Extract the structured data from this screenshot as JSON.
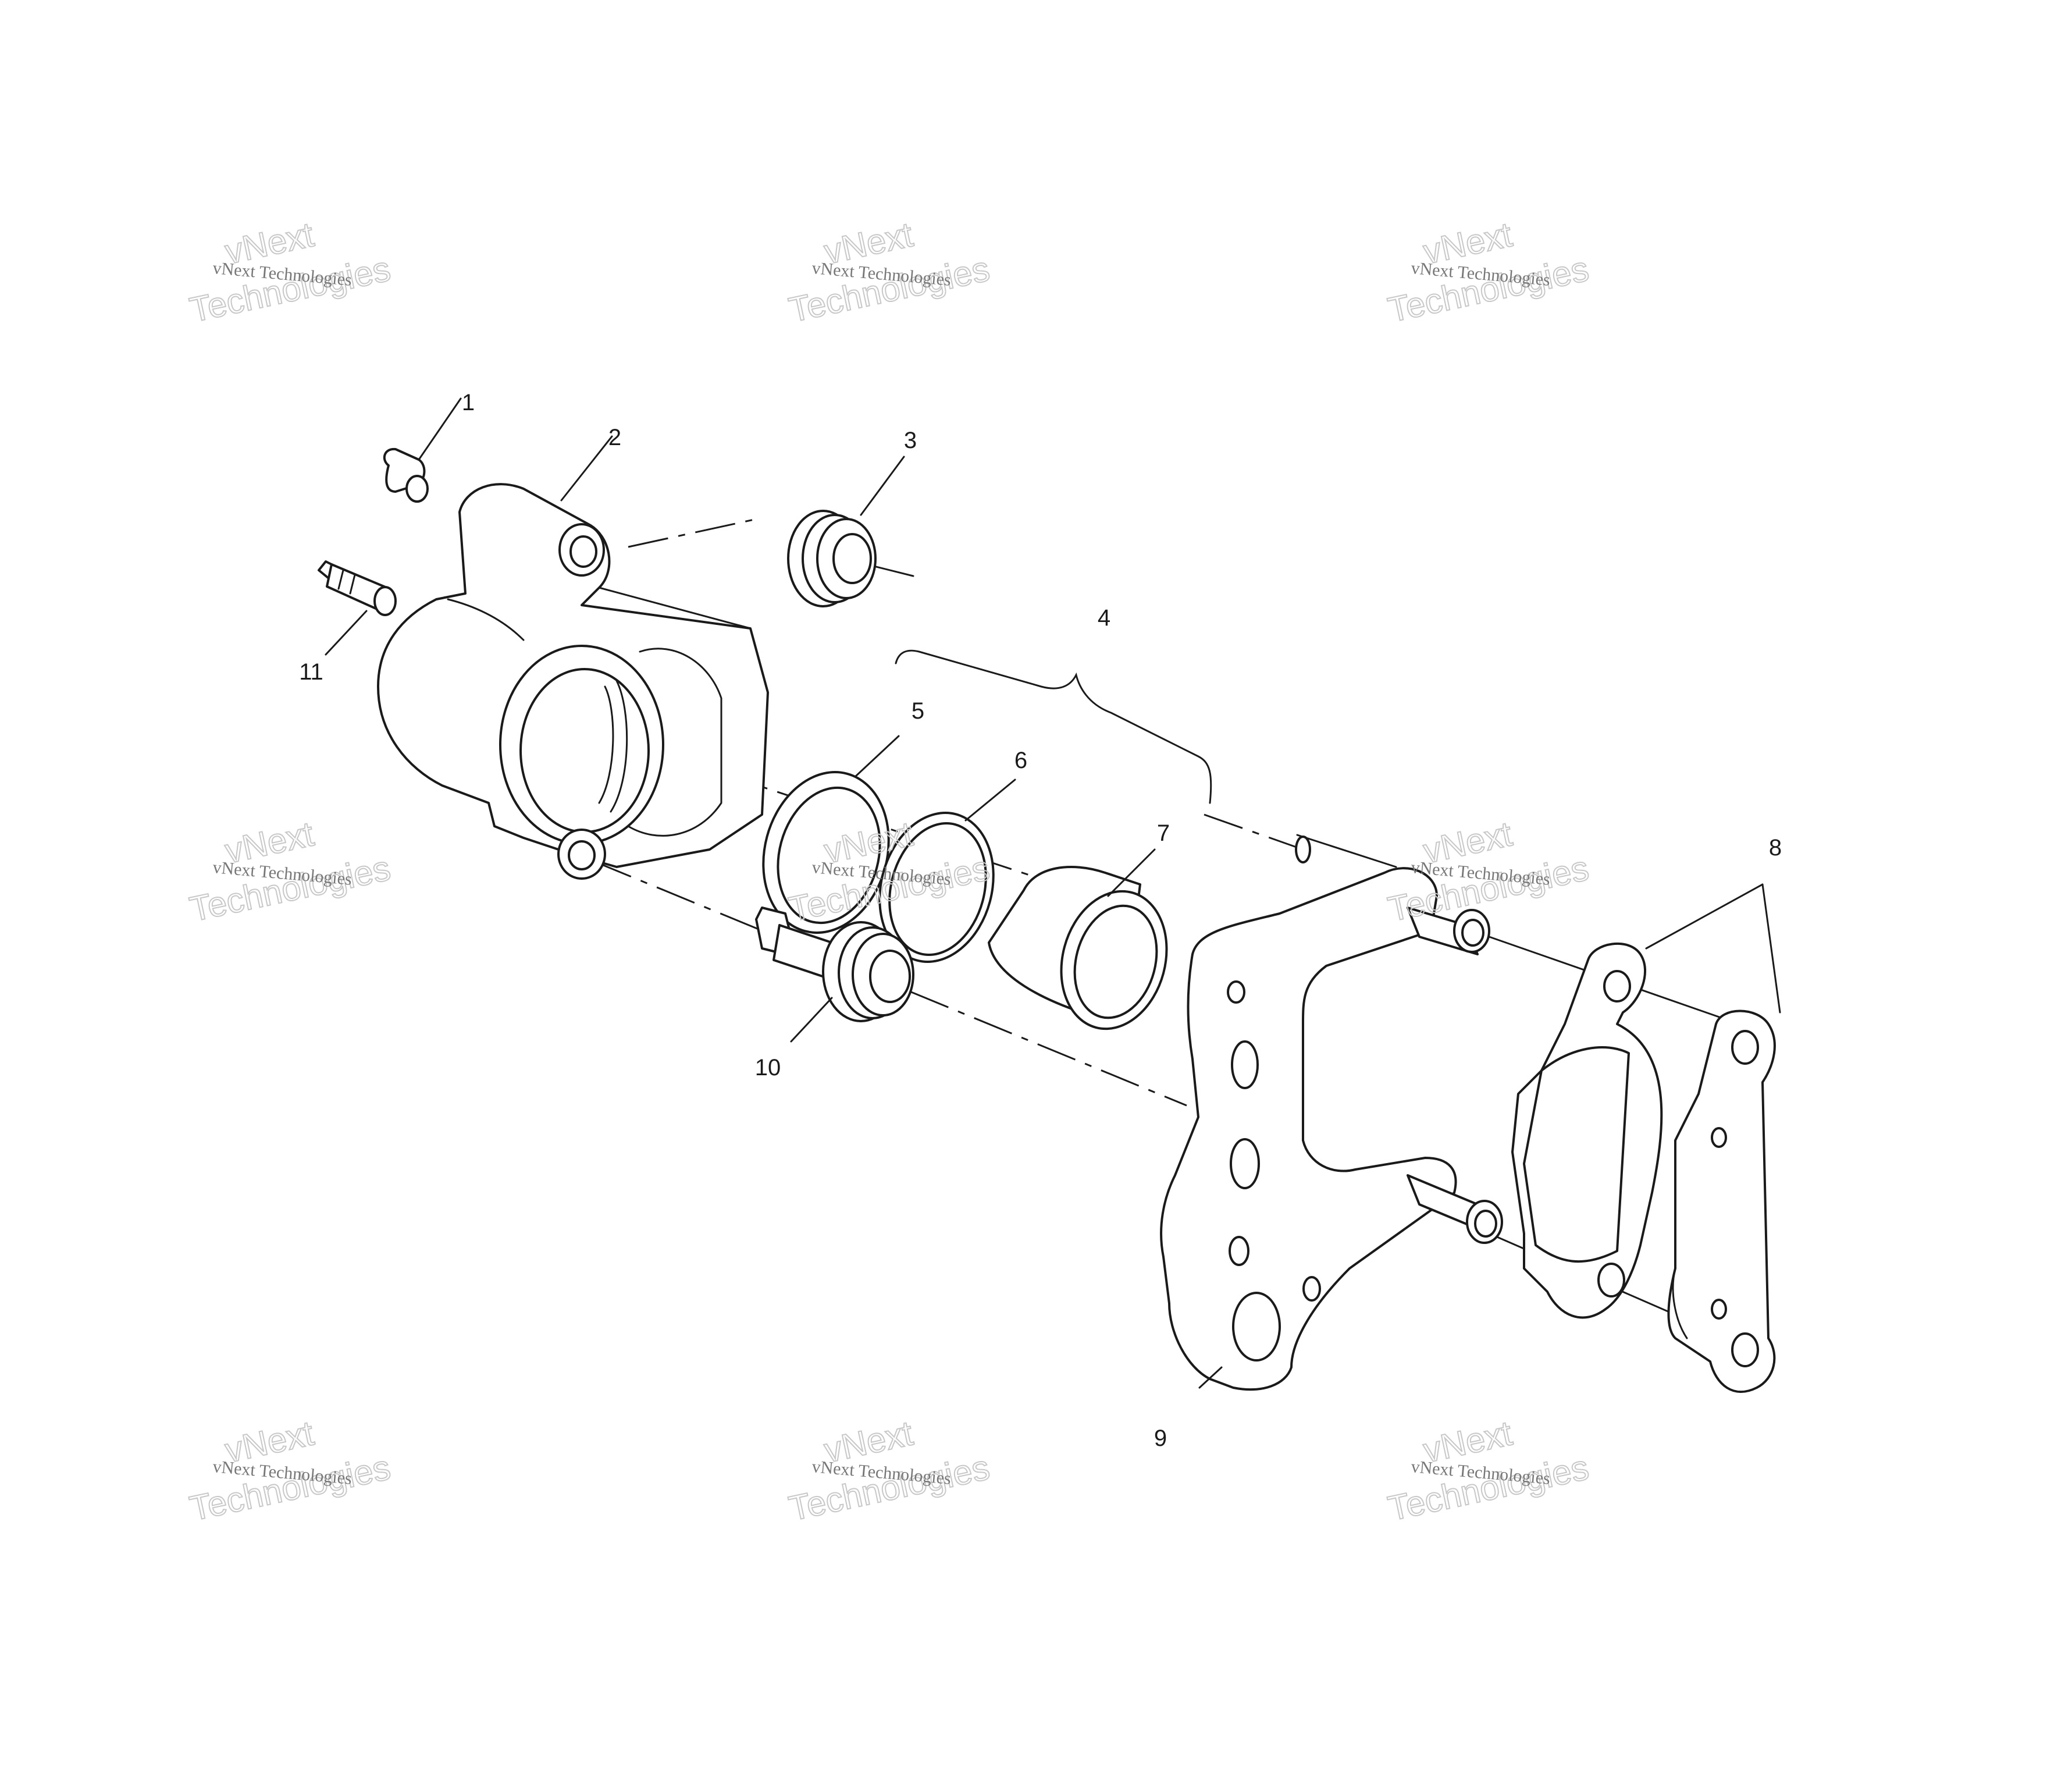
{
  "watermark": {
    "text_small": "vNext Technologies",
    "text_large_1": "vNext",
    "text_large_2": "Technologies"
  },
  "callouts": {
    "c1": "1",
    "c2": "2",
    "c3": "3",
    "c4": "4",
    "c5": "5",
    "c6": "6",
    "c7": "7",
    "c8": "8",
    "c9": "9",
    "c10": "10",
    "c11": "11"
  }
}
